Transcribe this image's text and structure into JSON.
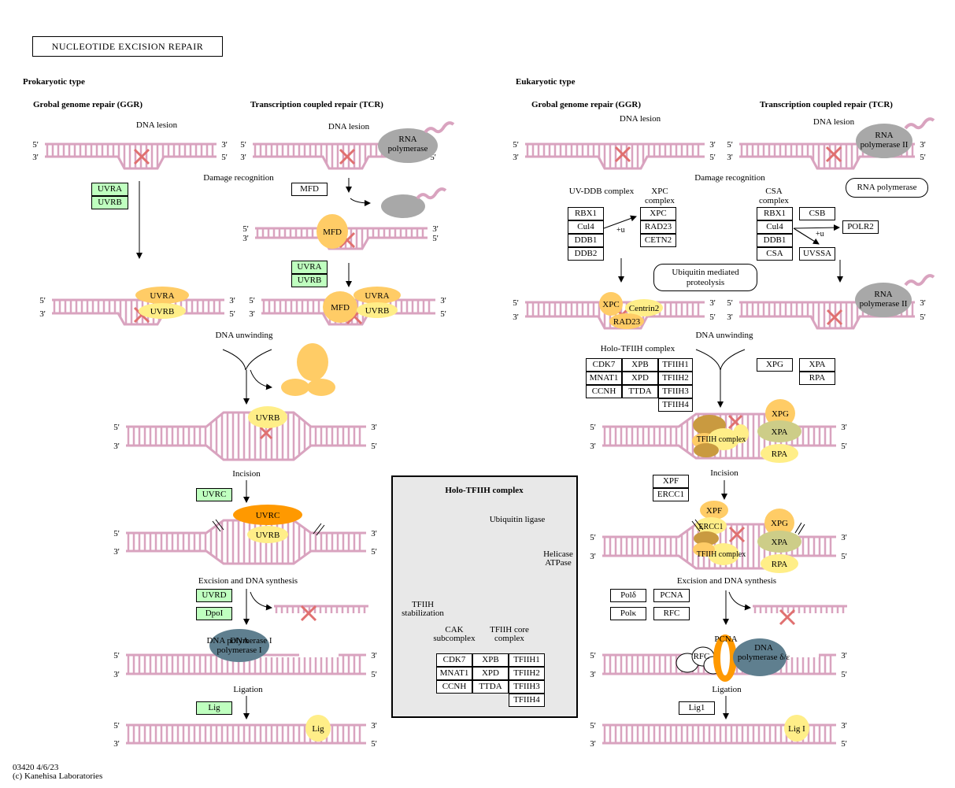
{
  "title": "NUCLEOTIDE  EXCISION  REPAIR",
  "sections": {
    "prokaryotic": "Prokaryotic type",
    "eukaryotic": "Eukaryotic type",
    "ggr": "Grobal genome repair (GGR)",
    "tcr": "Transcription coupled repair (TCR)"
  },
  "ends": {
    "five": "5'",
    "three": "3'"
  },
  "labels": {
    "dna_lesion": "DNA lesion",
    "rna_polymerase": "RNA polymerase",
    "rna_polymerase_ii": "RNA polymerase II",
    "damage_recognition": "Damage recognition",
    "dna_unwinding": "DNA unwinding",
    "incision": "Incision",
    "excision": "Excision and DNA synthesis",
    "ligation": "Ligation",
    "uv_ddb": "UV-DDB complex",
    "xpc_complex": "XPC complex",
    "csa_complex": "CSA complex",
    "holo_tfiih": "Holo-TFIIH complex",
    "plus_u": "+u",
    "ubiquitin": "Ubiquitin mediated proteolysis",
    "rna_pol_box": "RNA polymerase",
    "dna_pol_i": "DNA polymerase I",
    "dna_pol_de": "DNA polymerase δ/ε",
    "tfiih_complex": "TFIIH complex"
  },
  "prok_genes": {
    "uvra": "UVRA",
    "uvrb": "UVRB",
    "mfd": "MFD",
    "uvrc": "UVRC",
    "uvrd": "UVRD",
    "dpoi": "DpoI",
    "lig": "Lig"
  },
  "euk_genes": {
    "uv_ddb": [
      "RBX1",
      "Cul4",
      "DDB1",
      "DDB2"
    ],
    "xpc": [
      "XPC",
      "RAD23",
      "CETN2"
    ],
    "csa": [
      "RBX1",
      "Cul4",
      "DDB1",
      "CSA"
    ],
    "csb": "CSB",
    "uvssa": "UVSSA",
    "polr2": "POLR2",
    "tfiih_cols": [
      [
        "CDK7",
        "MNAT1",
        "CCNH"
      ],
      [
        "XPB",
        "XPD",
        "TTDA"
      ],
      [
        "TFIIH1",
        "TFIIH2",
        "TFIIH3",
        "TFIIH4"
      ]
    ],
    "xpg": "XPG",
    "xpa": "XPA",
    "rpa": "RPA",
    "xpf": "XPF",
    "ercc1": "ERCC1",
    "pold": "Polδ",
    "polk": "Polκ",
    "pcna": "PCNA",
    "rfc": "RFC",
    "lig1": "Lig1"
  },
  "shapes": {
    "uvra": "UVRA",
    "uvrb": "UVRB",
    "mfd": "MFD",
    "uvrc": "UVRC",
    "lig": "Lig",
    "xpc": "XPC",
    "centrin2": "Centrin2",
    "rad23": "RAD23",
    "tfiih": "TFIIH complex",
    "xpg": "XPG",
    "xpa": "XPA",
    "rpa": "RPA",
    "xpf": "XPF",
    "ercc1": "ERCC1",
    "pcna": "PCNA",
    "rfc": "RFC",
    "lig1": "Lig I"
  },
  "holo_panel": {
    "title": "Holo-TFIIH complex",
    "ubiquitin_ligase": "Ubiquitin ligase",
    "helicase": "Helicase ATPase",
    "tfiih_stab": "TFIIH stabilization",
    "cak": "CAK subcomplex",
    "core": "TFIIH core complex",
    "cdk7": "CDK7",
    "mnat1": "MNAT1",
    "ccnh": "CCNH",
    "xpb": "XPB",
    "xpd": "XPD",
    "ttda": "TTDA",
    "n1": "1",
    "n2": "2",
    "n3": "3",
    "n4": "4"
  },
  "footer": {
    "id": "03420 4/6/23",
    "copyright": "(c) Kanehisa Laboratories"
  },
  "colors": {
    "dna": "#d9a3bf",
    "lesion": "#e07070",
    "light_orange": "#ffcc66",
    "pale_yellow": "#ffee88",
    "orange": "#ff9900",
    "gray": "#a8a8a8",
    "slate": "#5f7f8f",
    "olive": "#cdcd88",
    "tan": "#c99a40",
    "gene_green": "#bfffbf"
  }
}
